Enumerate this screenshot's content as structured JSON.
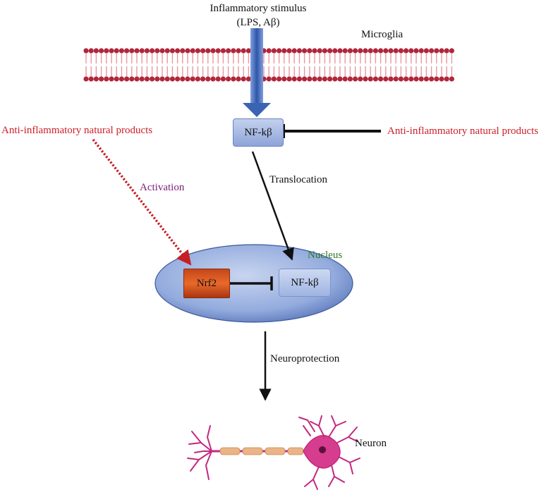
{
  "stimulus": {
    "line1": "Inflammatory stimulus",
    "line2": "(LPS, Aβ)"
  },
  "cell_label": "Microglia",
  "nfkb_cytoplasm": "NF-kβ",
  "nfkb_nucleus": "NF-kβ",
  "nrf2": "Nrf2",
  "nucleus_label": "Nucleus",
  "translocation": "Translocation",
  "activation": "Activation",
  "neuroprotection": "Neuroprotection",
  "neuron_label": "Neuron",
  "products_left": "Anti-inflammatory natural products",
  "products_right": "Anti-inflammatory natural products",
  "colors": {
    "membrane_head": "#b0263a",
    "membrane_tail": "#e79aa2",
    "arrow_blue": "#3f68b8",
    "box_blue": "#9eb3e0",
    "nucleus_fill": "#8fa8dc",
    "nrf2_fill": "#d9541c",
    "red_text": "#cc2027",
    "neuron": "#c4287f",
    "axon": "#e9b486"
  }
}
